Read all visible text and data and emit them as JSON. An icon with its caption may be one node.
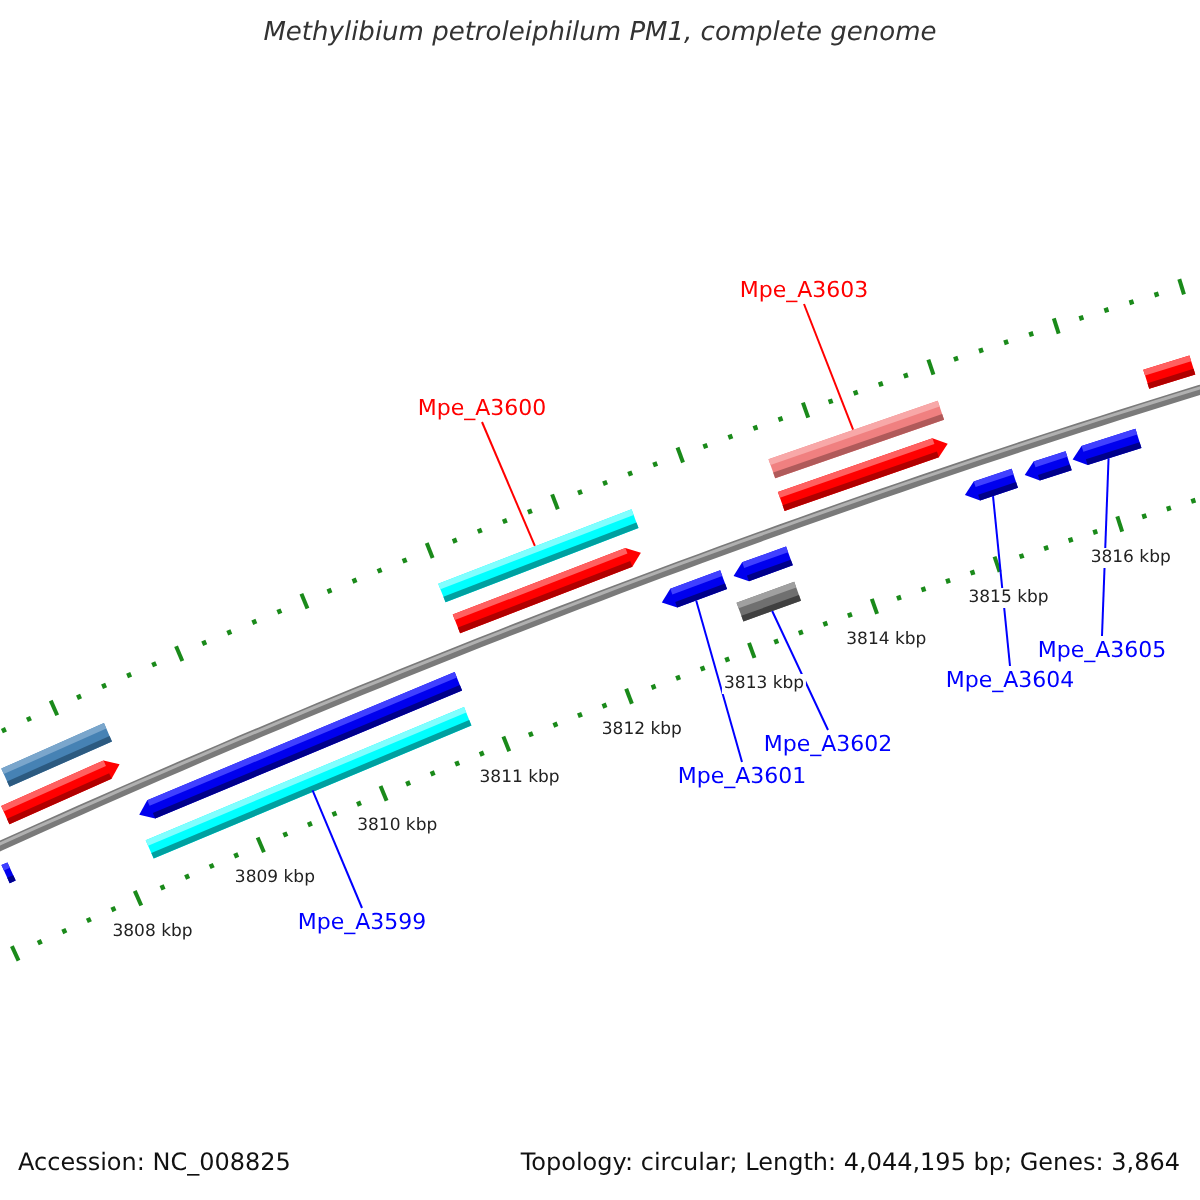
{
  "diagram": {
    "title": "Methylibium petroleiphilum PM1, complete genome",
    "nodes": [
      {
        "text": [
          "Mpe_A3603"
        ]
      },
      {
        "text": [
          "Mpe_A3600"
        ]
      },
      {
        "text": [
          "Mpe_A3605"
        ]
      },
      {
        "text": [
          "Mpe_A3604"
        ]
      },
      {
        "text": [
          "Mpe_A3602"
        ]
      },
      {
        "text": [
          "Mpe_A3601"
        ]
      },
      {
        "text": [
          "Mpe_A3599"
        ]
      },
      {
        "text": [],
        "shape": "bar"
      },
      {
        "text": [],
        "shape": "bar"
      },
      {
        "text": [],
        "shape": "bar"
      },
      {
        "text": [],
        "shape": "bar"
      },
      {
        "text": [],
        "shape": "bar"
      },
      {
        "text": [],
        "shape": "bar"
      },
      {
        "text": [],
        "shape": "bar"
      },
      {
        "text": [],
        "shape": "bar"
      },
      {
        "text": [],
        "shape": "bar"
      },
      {
        "text": [],
        "shape": "bar"
      },
      {
        "text": [],
        "shape": "bar"
      },
      {
        "text": [],
        "shape": "bar"
      },
      {
        "text": [],
        "shape": "bar"
      },
      {
        "text": [],
        "shape": "bar"
      },
      {
        "text": [],
        "shape": "bar"
      },
      {
        "text": [],
        "shape": "bar"
      }
    ],
    "edges": [
      {
        "from": 0,
        "to": 18,
        "arrow": "none",
        "color": "#ff0000"
      },
      {
        "from": 1,
        "to": 12,
        "arrow": "none",
        "color": "#ff0000"
      },
      {
        "from": 2,
        "to": 21,
        "arrow": "none"
      },
      {
        "from": 3,
        "to": 19,
        "arrow": "none"
      },
      {
        "from": 4,
        "to": 15,
        "arrow": "none"
      },
      {
        "from": 5,
        "to": 14,
        "arrow": "none"
      },
      {
        "from": 6,
        "to": 10,
        "arrow": "none"
      }
    ],
    "labels": [
      "3808 kbp",
      "3809 kbp",
      "3810 kbp",
      "3811 kbp",
      "3812 kbp",
      "3813 kbp",
      "3814 kbp",
      "3815 kbp",
      "3816 kbp",
      "Accession: NC_008825",
      "Topology: circular; Length: 4,044,195 bp; Genes: 3,864"
    ]
  }
}
